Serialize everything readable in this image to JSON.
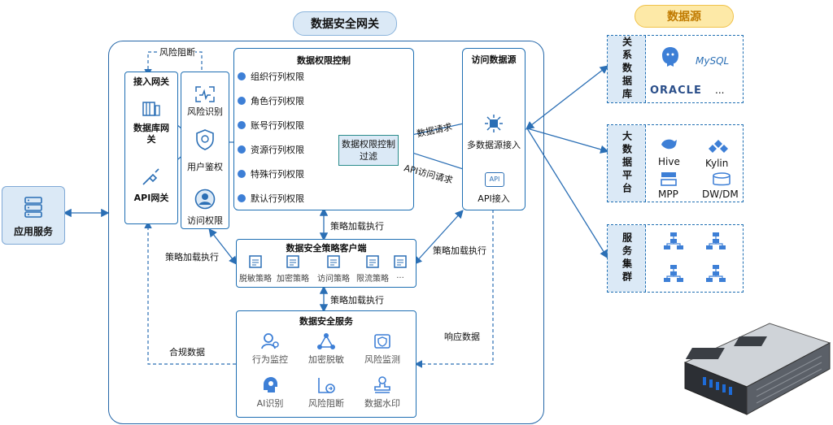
{
  "diagram": {
    "title": "数据安全网关",
    "datasource_title": "数据源",
    "app_service": "应用服务",
    "risk_block_top": "风险阻断",
    "access_gateway": {
      "title": "接入网关",
      "db_gateway": "数据库网关",
      "api_gateway": "API网关"
    },
    "identity": {
      "risk_identify": "风险识别",
      "user_auth": "用户鉴权",
      "access_perm": "访问权限"
    },
    "perm_control": {
      "title": "数据权限控制",
      "items": [
        "组织行列权限",
        "角色行列权限",
        "账号行列权限",
        "资源行列权限",
        "特殊行列权限",
        "默认行列权限"
      ],
      "filter": "数据权限控制过滤"
    },
    "access_source": {
      "title": "访问数据源",
      "multi": "多数据源接入",
      "api": "API接入",
      "api_icon": "API"
    },
    "edge_labels": {
      "data_request": "数据请求",
      "api_request": "API访问请求",
      "policy_load_1": "策略加载执行",
      "policy_load_left": "策略加载执行",
      "policy_load_right": "策略加载执行",
      "policy_load_2": "策略加载执行",
      "compliance": "合规数据",
      "response": "响应数据"
    },
    "strategy_client": {
      "title": "数据安全策略客户端",
      "items": [
        "脱敏策略",
        "加密策略",
        "访问策略",
        "限流策略"
      ],
      "more": "..."
    },
    "security_service": {
      "title": "数据安全服务",
      "items": [
        "行为监控",
        "加密脱敏",
        "风险监测",
        "AI识别",
        "风险阻断",
        "数据水印"
      ]
    },
    "sources": {
      "relational": {
        "label": "关系数据库",
        "mysql": "MySQL",
        "oracle": "ORACLE",
        "more": "..."
      },
      "bigdata": {
        "label": "大数据平台",
        "items": [
          "Hive",
          "Kylin",
          "MPP",
          "DW/DM"
        ]
      },
      "cluster": {
        "label": "服务集群"
      }
    }
  },
  "colors": {
    "primary": "#1f6fb3",
    "light": "#dbe9f6",
    "pill_yellow": "#fde9a7",
    "teal": "#2a8c8c"
  }
}
